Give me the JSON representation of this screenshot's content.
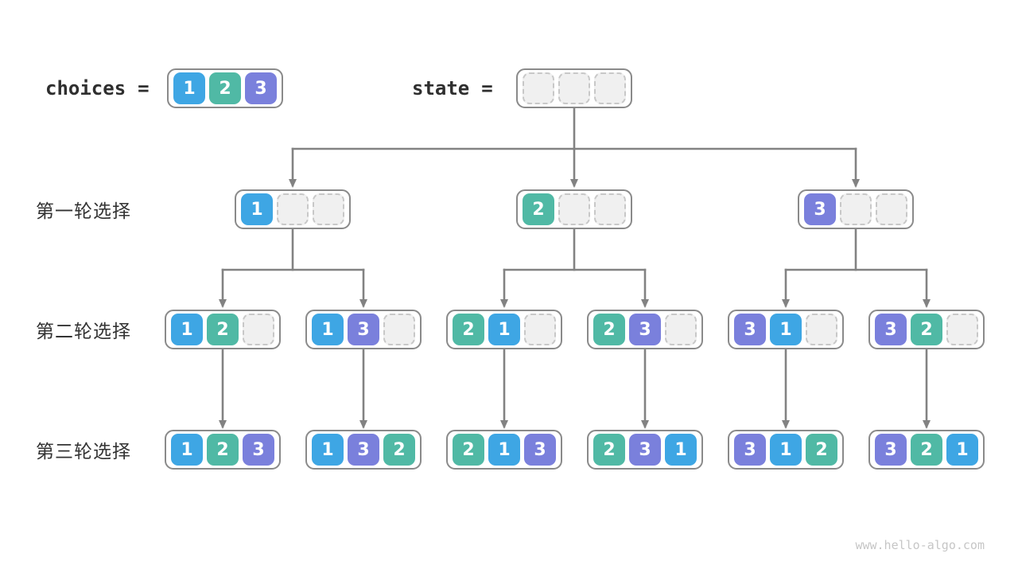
{
  "diagram": {
    "header": {
      "choices_label": "choices",
      "state_label": "state",
      "equals_sign": "=",
      "choices_values": [
        1,
        2,
        3
      ],
      "state_values": [
        null,
        null,
        null
      ]
    },
    "rows": [
      {
        "label": "第一轮选择",
        "nodes": [
          [
            1,
            null,
            null
          ],
          [
            2,
            null,
            null
          ],
          [
            3,
            null,
            null
          ]
        ]
      },
      {
        "label": "第二轮选择",
        "nodes": [
          [
            1,
            2,
            null
          ],
          [
            1,
            3,
            null
          ],
          [
            2,
            1,
            null
          ],
          [
            2,
            3,
            null
          ],
          [
            3,
            1,
            null
          ],
          [
            3,
            2,
            null
          ]
        ]
      },
      {
        "label": "第三轮选择",
        "nodes": [
          [
            1,
            2,
            3
          ],
          [
            1,
            3,
            2
          ],
          [
            2,
            1,
            3
          ],
          [
            2,
            3,
            1
          ],
          [
            3,
            1,
            2
          ],
          [
            3,
            2,
            1
          ]
        ]
      }
    ],
    "watermark": "www.hello-algo.com",
    "colors": {
      "tile_1": "#3ea6e4",
      "tile_2": "#50b9a5",
      "tile_3": "#7a80dc",
      "empty_fill": "#f0f0f0",
      "empty_border": "#c8c8c8",
      "node_border": "#8a8a8a",
      "connector": "#828282",
      "label_text": "#333333",
      "watermark_text": "#c6c6c6"
    }
  }
}
